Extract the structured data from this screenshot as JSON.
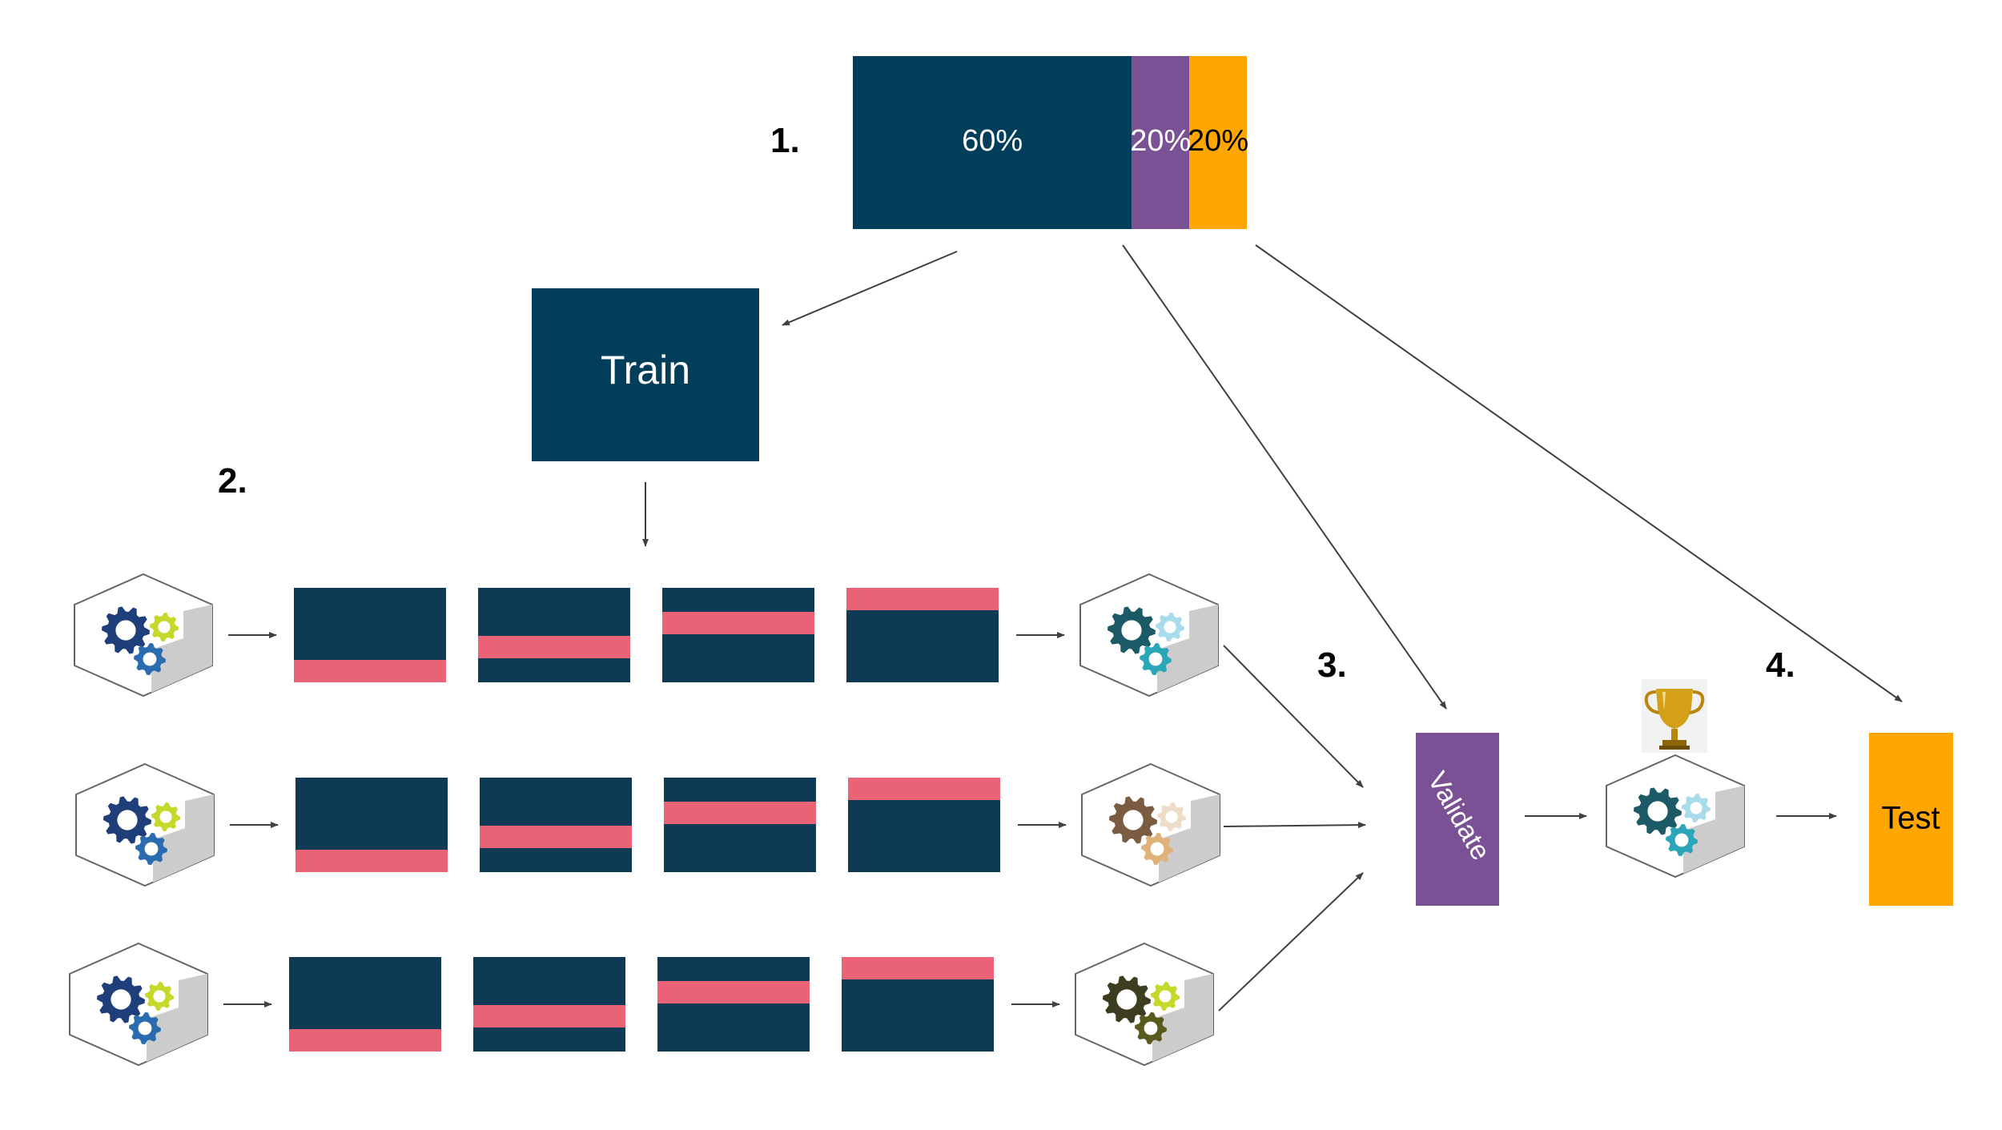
{
  "colors": {
    "train": "#023e5a",
    "validate": "#7a5195",
    "test": "#ffa600",
    "fold_dark": "#0e3a56",
    "fold_highlight": "#e96276",
    "arrow": "#404040",
    "cube_edge": "#666666",
    "cube_side": "#cccccc",
    "trophy": "#d4a017"
  },
  "steps": [
    "1.",
    "2.",
    "3.",
    "4."
  ],
  "split": {
    "train_pct": "60%",
    "validate_pct": "20%",
    "test_pct": "20%",
    "train_fraction": 0.6,
    "validate_fraction": 0.2,
    "test_fraction": 0.2
  },
  "train_box": {
    "label": "Train"
  },
  "validate_box": {
    "label": "Validate"
  },
  "test_box": {
    "label": "Test"
  },
  "cv": {
    "rows": 3,
    "folds_per_row": 4,
    "input_gear_colors": [
      "#1f3f7a",
      "#c6d92a",
      "#2b6cb0"
    ],
    "output_gear_colors": [
      [
        "#1d5a68",
        "#a8dcea",
        "#2aa6b8"
      ],
      [
        "#7a5c40",
        "#efdcc8",
        "#e0b27a"
      ],
      [
        "#3d3d1f",
        "#c6d92a",
        "#5a5a1f"
      ]
    ],
    "final_gear_colors": [
      "#1d5a68",
      "#a8dcea",
      "#2aa6b8"
    ]
  },
  "icons": {
    "model": "gears-cube-icon",
    "trophy": "trophy-icon"
  }
}
